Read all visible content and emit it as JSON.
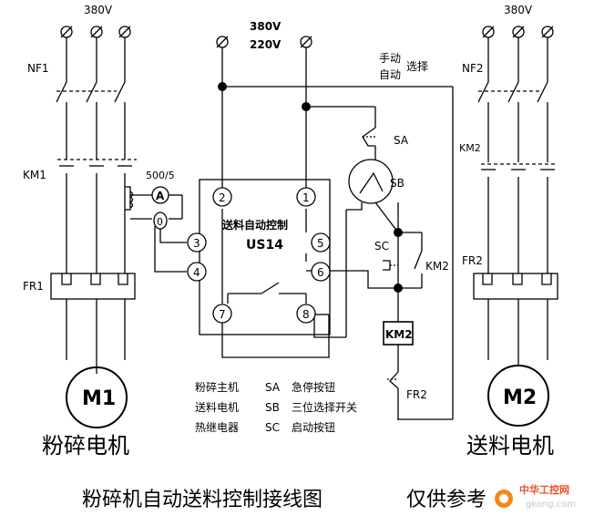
{
  "supply": {
    "left_voltage": "380V",
    "right_voltage": "380V",
    "center_voltage_1": "380V",
    "center_voltage_2": "220V"
  },
  "left_circuit": {
    "breaker": "NF1",
    "contactor": "KM1",
    "relay": "FR1",
    "ct_ratio": "500/5",
    "ammeter": "A",
    "motor": "M1",
    "motor_name": "粉碎电机"
  },
  "right_circuit": {
    "breaker": "NF2",
    "contactor": "KM2",
    "relay": "FR2",
    "motor": "M2",
    "motor_name": "送料电机"
  },
  "controller": {
    "title": "送料自动控制",
    "model": "US14",
    "terminals": [
      "1",
      "2",
      "3",
      "4",
      "5",
      "6",
      "7",
      "8",
      "0"
    ]
  },
  "control": {
    "manual_auto_1": "手动",
    "manual_auto_2": "自动",
    "select": "选择",
    "sa": "SA",
    "sb": "SB",
    "sc": "SC",
    "km2_contact": "KM2",
    "km2_coil": "KM2",
    "fr2": "FR2"
  },
  "legend": [
    {
      "name": "粉碎主机",
      "code": "SA",
      "desc": "急停按钮"
    },
    {
      "name": "送料电机",
      "code": "SB",
      "desc": "三位选择开关"
    },
    {
      "name": "热继电器",
      "code": "SC",
      "desc": "启动按钮"
    }
  ],
  "caption": "粉碎机自动送料控制接线图",
  "caption_note": "仅供参考",
  "watermark": {
    "brand": "中华工控网",
    "url": "gkong.com"
  }
}
